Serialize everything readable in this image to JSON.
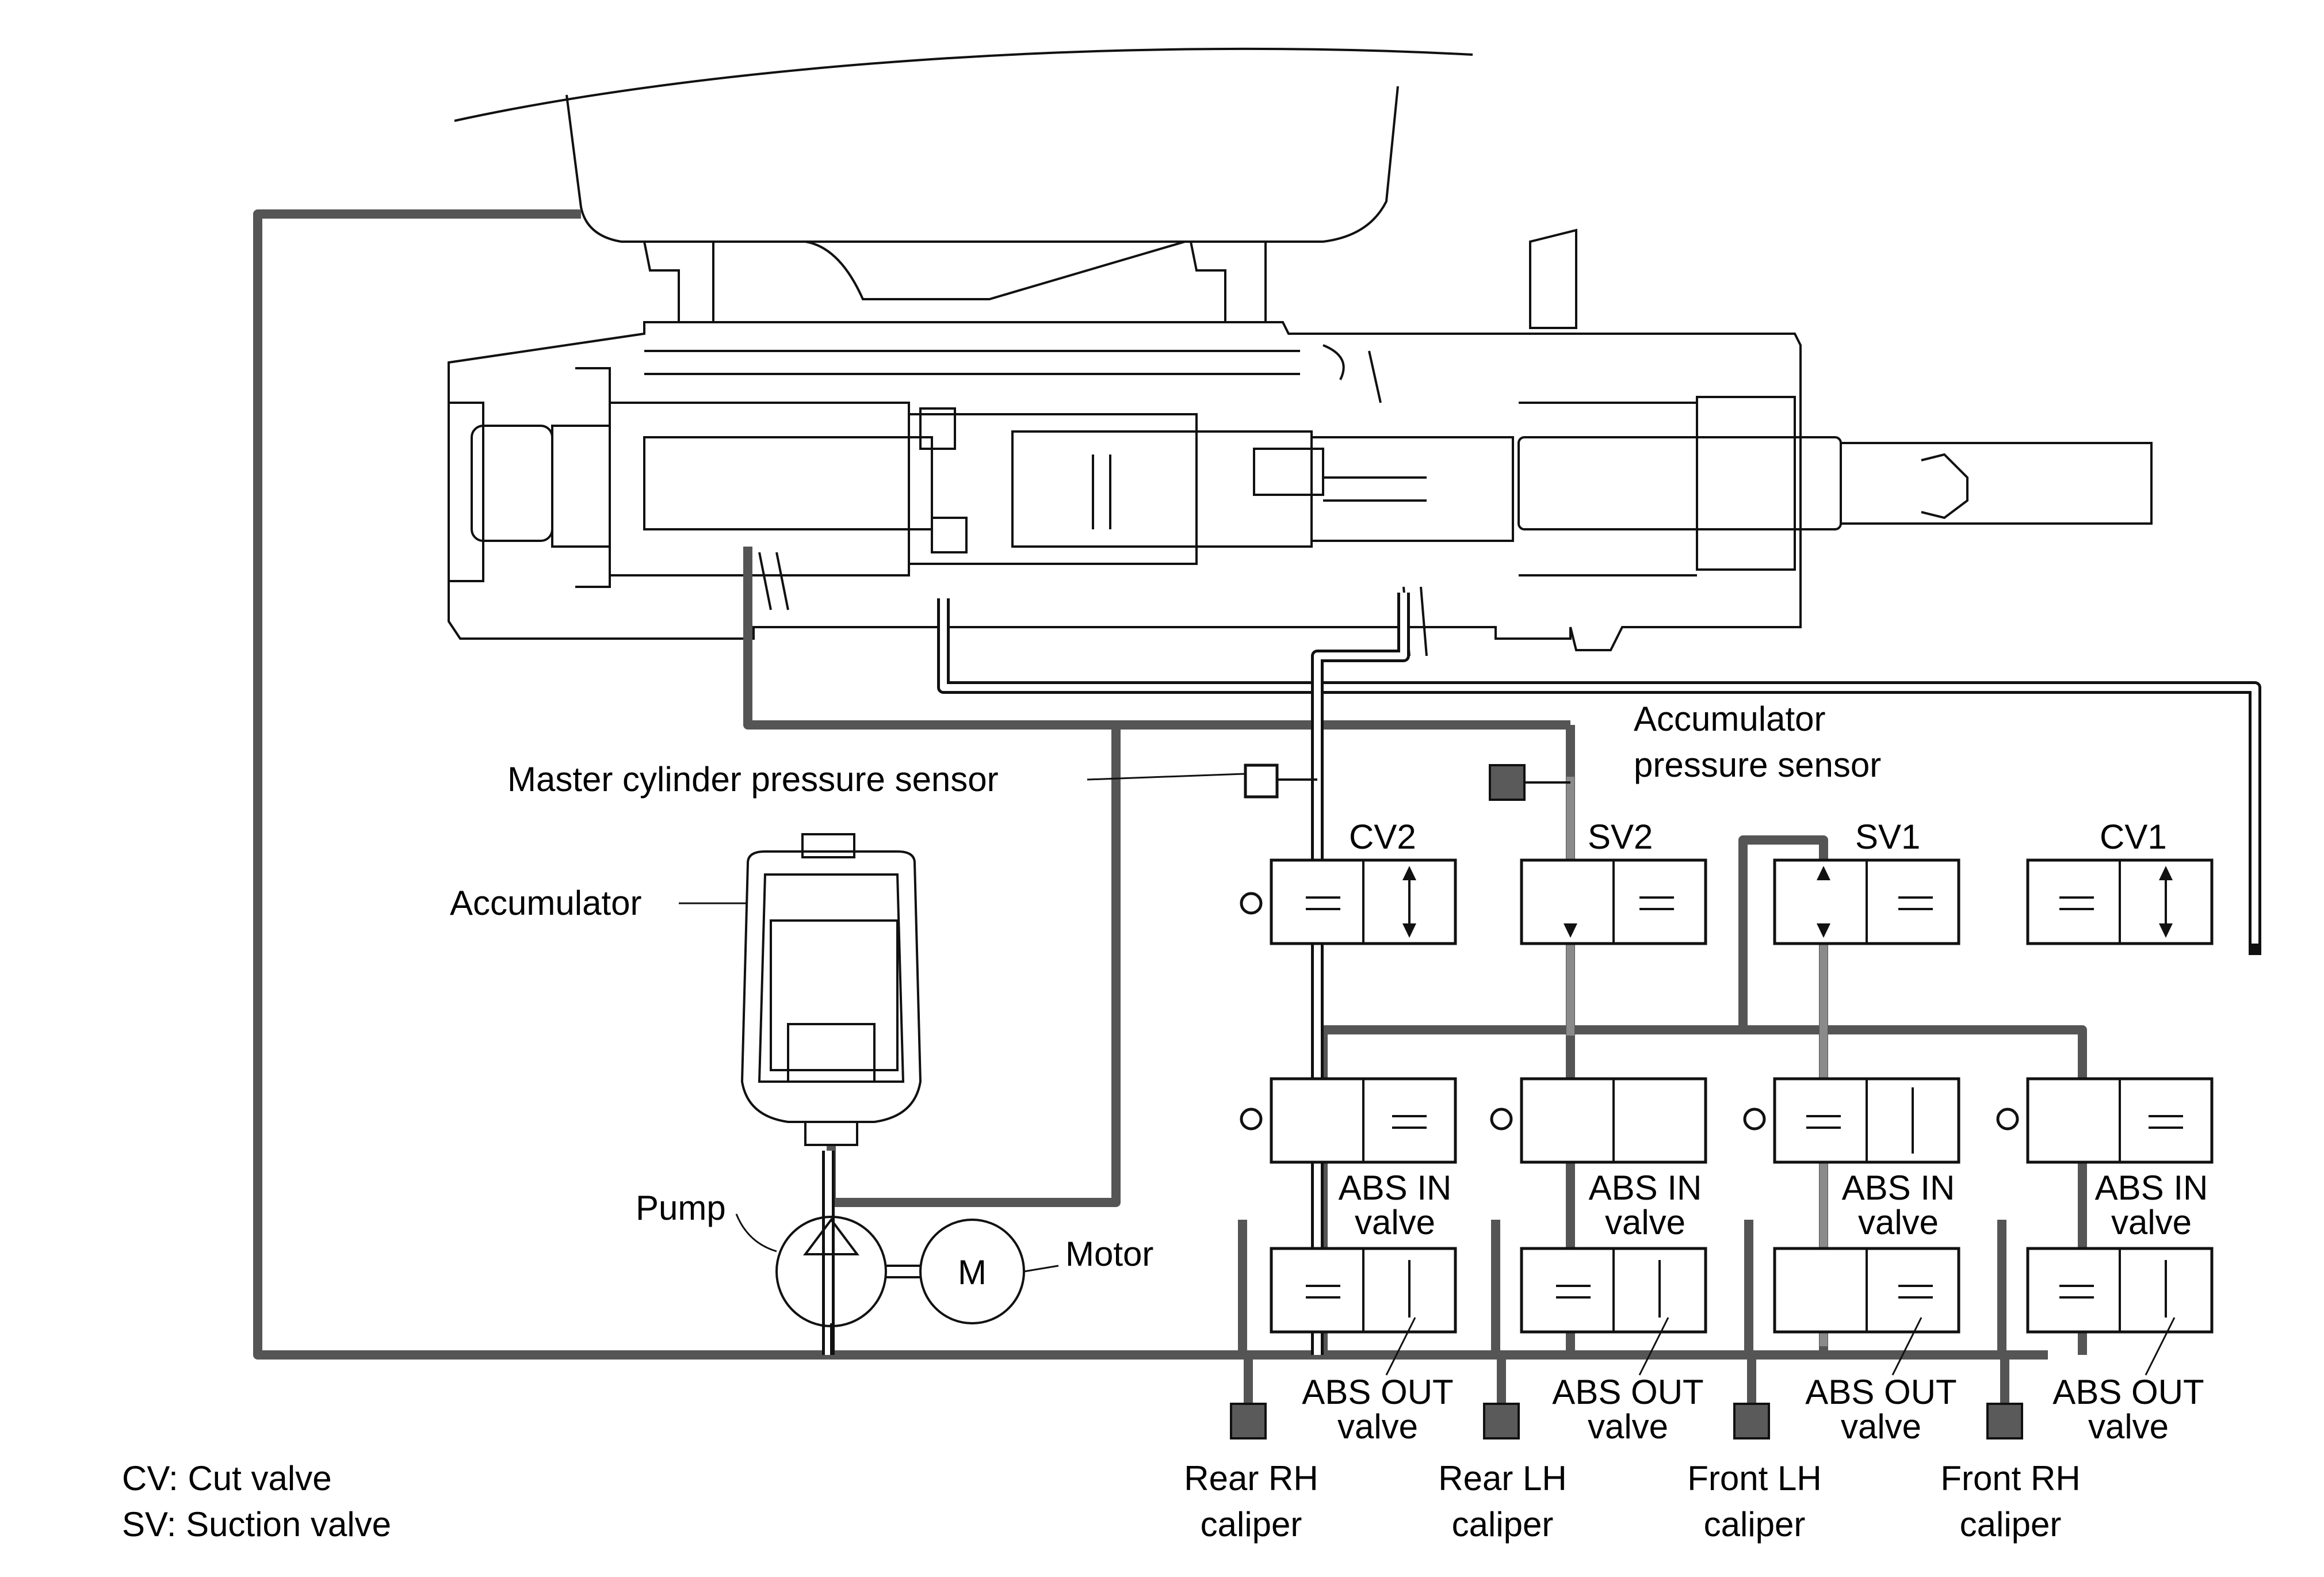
{
  "labels": {
    "master_cylinder_pressure_sensor": "Master cylinder pressure sensor",
    "accumulator_pressure_sensor_line1": "Accumulator",
    "accumulator_pressure_sensor_line2": "pressure sensor",
    "accumulator": "Accumulator",
    "pump": "Pump",
    "motor": "Motor",
    "motor_symbol": "M"
  },
  "valves": {
    "cv2": "CV2",
    "sv2": "SV2",
    "sv1": "SV1",
    "cv1": "CV1"
  },
  "abs_in": {
    "line1": "ABS IN",
    "line2": "valve"
  },
  "abs_out": {
    "line1": "ABS OUT",
    "line2": "valve"
  },
  "calipers": [
    {
      "line1": "Rear RH",
      "line2": "caliper"
    },
    {
      "line1": "Rear LH",
      "line2": "caliper"
    },
    {
      "line1": "Front LH",
      "line2": "caliper"
    },
    {
      "line1": "Front RH",
      "line2": "caliper"
    }
  ],
  "legend": {
    "cv": "CV: Cut valve",
    "sv": "SV: Suction valve"
  }
}
